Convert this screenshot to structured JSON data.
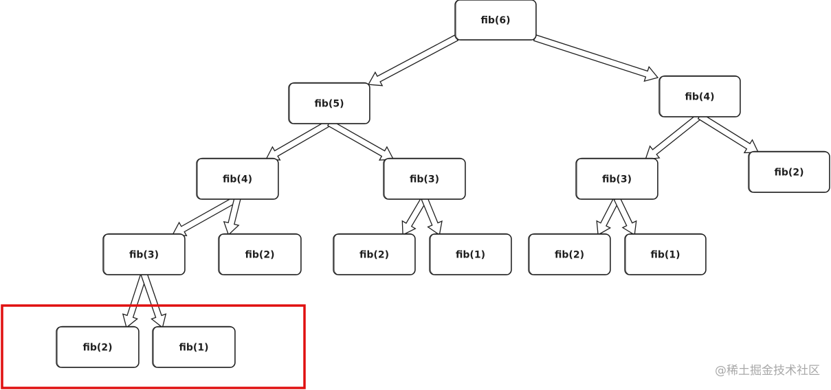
{
  "diagram": {
    "nodes": [
      {
        "id": "n6",
        "label": "fib(6)"
      },
      {
        "id": "n5",
        "label": "fib(5)"
      },
      {
        "id": "n4r",
        "label": "fib(4)"
      },
      {
        "id": "n4l",
        "label": "fib(4)"
      },
      {
        "id": "n3m",
        "label": "fib(3)"
      },
      {
        "id": "n3r",
        "label": "fib(3)"
      },
      {
        "id": "n2rr",
        "label": "fib(2)"
      },
      {
        "id": "n3l",
        "label": "fib(3)"
      },
      {
        "id": "n2a",
        "label": "fib(2)"
      },
      {
        "id": "n2b",
        "label": "fib(2)"
      },
      {
        "id": "n1b",
        "label": "fib(1)"
      },
      {
        "id": "n2c",
        "label": "fib(2)"
      },
      {
        "id": "n1c",
        "label": "fib(1)"
      },
      {
        "id": "n2d",
        "label": "fib(2)"
      },
      {
        "id": "n1d",
        "label": "fib(1)"
      }
    ],
    "edges": [
      {
        "from": "n6",
        "to": "n5"
      },
      {
        "from": "n6",
        "to": "n4r"
      },
      {
        "from": "n5",
        "to": "n4l"
      },
      {
        "from": "n5",
        "to": "n3m"
      },
      {
        "from": "n4r",
        "to": "n3r"
      },
      {
        "from": "n4r",
        "to": "n2rr"
      },
      {
        "from": "n4l",
        "to": "n3l"
      },
      {
        "from": "n4l",
        "to": "n2a"
      },
      {
        "from": "n3m",
        "to": "n2b"
      },
      {
        "from": "n3m",
        "to": "n1b"
      },
      {
        "from": "n3r",
        "to": "n2c"
      },
      {
        "from": "n3r",
        "to": "n1c"
      },
      {
        "from": "n3l",
        "to": "n2d"
      },
      {
        "from": "n3l",
        "to": "n1d"
      }
    ],
    "highlight": {
      "color": "#e01010"
    }
  },
  "watermark": {
    "text": "@稀土掘金技术社区"
  }
}
